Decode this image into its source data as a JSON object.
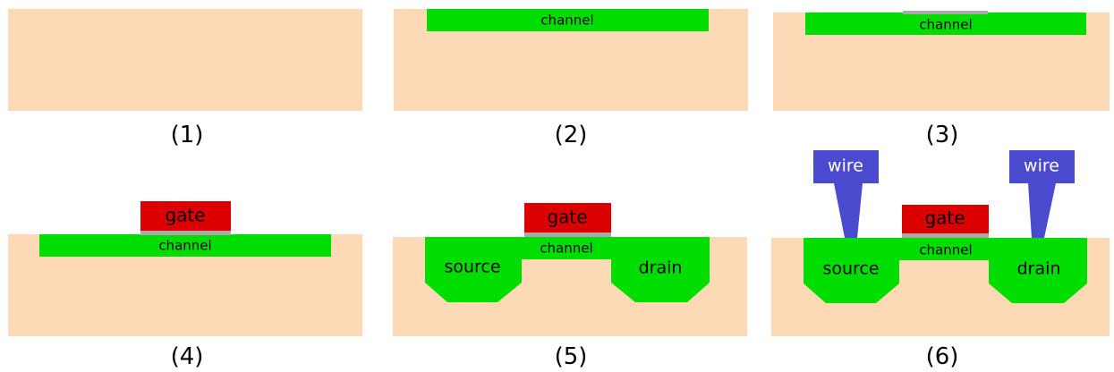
{
  "colors": {
    "substrate": "#fdd9b5",
    "channel": "#00dd00",
    "oxide": "#aaaaaa",
    "gate": "#dd0000",
    "wire": "#4a4acf",
    "background": "#ffffff"
  },
  "panels": [
    {
      "caption": "(1)"
    },
    {
      "caption": "(2)",
      "channel_label": "channel"
    },
    {
      "caption": "(3)",
      "channel_label": "channel"
    },
    {
      "caption": "(4)",
      "channel_label": "channel",
      "gate_label": "gate"
    },
    {
      "caption": "(5)",
      "channel_label": "channel",
      "gate_label": "gate",
      "source_label": "source",
      "drain_label": "drain"
    },
    {
      "caption": "(6)",
      "channel_label": "channel",
      "gate_label": "gate",
      "source_label": "source",
      "drain_label": "drain",
      "wire_left_label": "wire",
      "wire_right_label": "wire"
    }
  ]
}
